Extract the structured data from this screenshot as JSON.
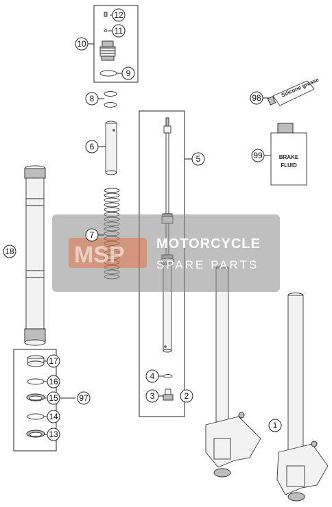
{
  "callouts": {
    "c1": "1",
    "c2": "2",
    "c3": "3",
    "c4": "4",
    "c5": "5",
    "c6": "6",
    "c7": "7",
    "c8": "8",
    "c9": "9",
    "c10": "10",
    "c11": "11",
    "c12": "12",
    "c13": "13",
    "c14": "14",
    "c15": "15",
    "c16": "16",
    "c17": "17",
    "c18": "18",
    "c97": "97",
    "c98": "98",
    "c99": "99"
  },
  "brake_fluid": {
    "line1": "BRAKE",
    "line2": "FLUID"
  },
  "watermark": {
    "logo": "MSP",
    "title": "MOTORCYCLE",
    "subtitle": "SPARE PARTS"
  },
  "colors": {
    "watermark_bg": "#8a8a8a",
    "watermark_logo": "#e8632b",
    "line": "#222222"
  }
}
